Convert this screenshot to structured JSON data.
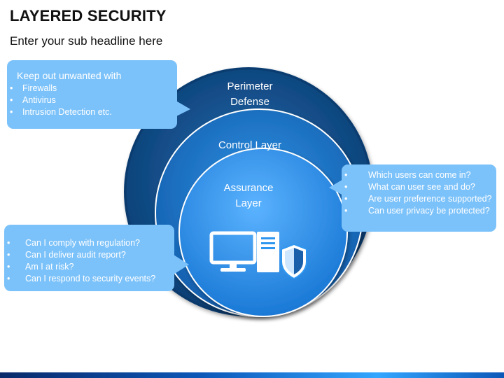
{
  "header": {
    "title": "LAYERED SECURITY",
    "subtitle": "Enter your sub headline here"
  },
  "rings": {
    "outer": "Perimeter\nDefense",
    "middle": "Control Layer",
    "inner": "Assurance\nLayer"
  },
  "callouts": {
    "top_left": {
      "heading": "Keep out unwanted with",
      "items": [
        "Firewalls",
        "Antivirus",
        "Intrusion Detection  etc."
      ]
    },
    "right": {
      "items": [
        "Which users can come in?",
        "What can user see and do?",
        "Are user preference supported?",
        "Can user privacy be protected?"
      ]
    },
    "bottom_left": {
      "items": [
        "Can I comply with regulation?",
        "Can I deliver audit report?",
        "Am I at risk?",
        "Can I respond to security events?"
      ]
    }
  },
  "icons": [
    "monitor-icon",
    "server-tower-icon",
    "shield-icon"
  ],
  "colors": {
    "outer_ring": "#12548f",
    "middle_ring": "#1f7bd0",
    "inner_ring": "#2f96ef",
    "callout": "#7cc2fa"
  }
}
